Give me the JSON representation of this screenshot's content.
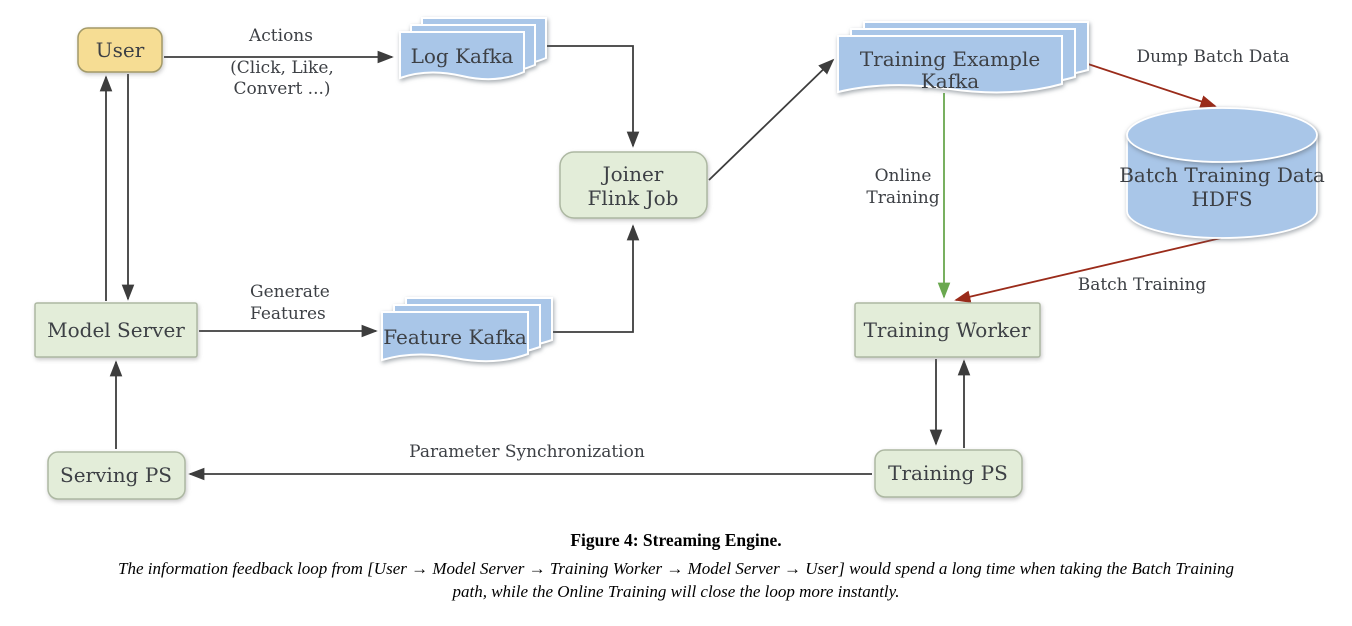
{
  "figure": {
    "title": "Figure 4: Streaming Engine.",
    "caption_line1": "The information feedback loop from [User → Model Server → Training Worker → Model Server → User] would spend a long time when taking the Batch Training",
    "caption_line2": "path, while the Online Training will close the loop more instantly."
  },
  "nodes": {
    "user": {
      "label": "User",
      "fill": "#f6dd94"
    },
    "log_kafka": {
      "label": "Log Kafka",
      "fill": "#a9c6e8"
    },
    "joiner_flink_job": {
      "line1": "Joiner",
      "line2": "Flink Job",
      "fill": "#e3edd9"
    },
    "training_example_kafka": {
      "line1": "Training Example",
      "line2": "Kafka",
      "fill": "#a9c6e8"
    },
    "batch_training_data_hdfs": {
      "line1": "Batch Training Data",
      "line2": "HDFS",
      "fill": "#a9c6e8"
    },
    "model_server": {
      "label": "Model Server",
      "fill": "#e3edd9"
    },
    "feature_kafka": {
      "label": "Feature Kafka",
      "fill": "#a9c6e8"
    },
    "training_worker": {
      "label": "Training Worker",
      "fill": "#e3edd9"
    },
    "serving_ps": {
      "label": "Serving PS",
      "fill": "#e3edd9"
    },
    "training_ps": {
      "label": "Training PS",
      "fill": "#e3edd9"
    }
  },
  "edges": {
    "user_to_log_kafka": {
      "label": "Actions",
      "sublabel_line1": "(Click, Like,",
      "sublabel_line2": "Convert ...)",
      "color": "#3d3d3d"
    },
    "model_server_to_feature_kafka": {
      "label_line1": "Generate",
      "label_line2": "Features",
      "color": "#3d3d3d"
    },
    "training_example_to_worker": {
      "label_line1": "Online",
      "label_line2": "Training",
      "color": "#6aa84f"
    },
    "training_example_to_hdfs": {
      "label": "Dump Batch Data",
      "color": "#9a2b1a"
    },
    "hdfs_to_worker": {
      "label": "Batch Training",
      "color": "#9a2b1a"
    },
    "training_ps_to_serving_ps": {
      "label": "Parameter Synchronization",
      "color": "#3d3d3d"
    },
    "plain_arrow_color": "#3d3d3d"
  },
  "colors": {
    "text": "#3d4045",
    "arrow_black": "#3d3d3d",
    "arrow_red": "#9a2b1a",
    "arrow_green": "#6aa84f",
    "kafka_blue": "#a9c6e8",
    "box_green": "#e3edd9",
    "user_yellow": "#f6dd94",
    "background": "#ffffff"
  }
}
